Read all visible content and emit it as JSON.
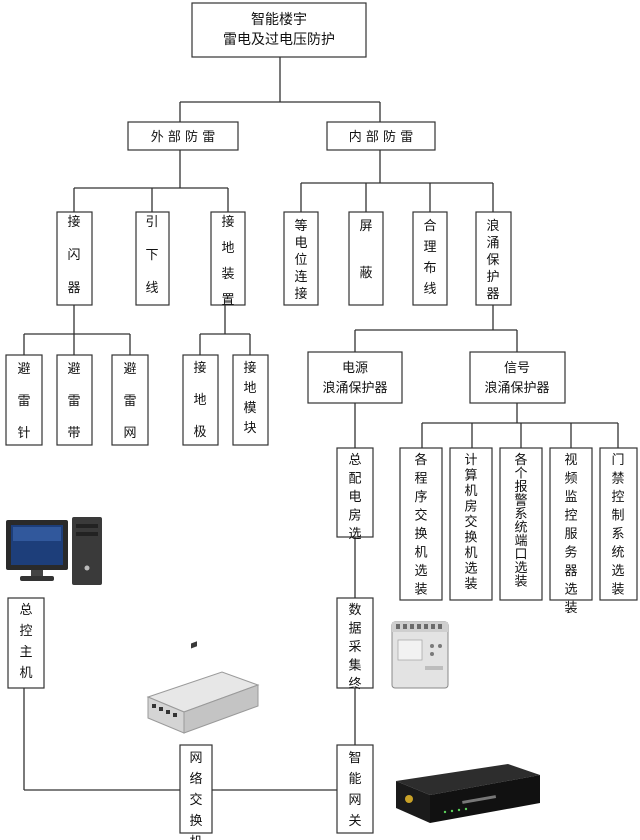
{
  "title_lines": [
    "智能楼宇",
    "雷电及过电压防护"
  ],
  "external": "外 部 防 雷",
  "internal": "内 部 防 雷",
  "ext_children": [
    "接闪器",
    "引下线",
    "接地装置"
  ],
  "int_children": [
    "等电位连接",
    "屏蔽",
    "合理布线",
    "浪涌保护器"
  ],
  "air_terminal_children": [
    "避雷针",
    "避雷带",
    "避雷网"
  ],
  "grounding_children": [
    "接地极",
    "接地模块"
  ],
  "power_spd": [
    "电源",
    "浪涌保护器"
  ],
  "signal_spd": [
    "信号",
    "浪涌保护器"
  ],
  "signal_children": [
    "各程序交换机选装",
    "计算机房交换机选装",
    "各个报警系统端口选装",
    "视频监控服务器选装",
    "门禁控制系统选装"
  ],
  "power_child": "总配电房选",
  "data_collector": "数据采集终",
  "gateway": "智能网关",
  "switch": "网络交换机",
  "host": "总控主机",
  "icons": {
    "computer": "desktop-computer-icon",
    "switch": "network-switch-icon",
    "collector": "data-collector-device-icon",
    "gateway": "smart-gateway-device-icon"
  }
}
